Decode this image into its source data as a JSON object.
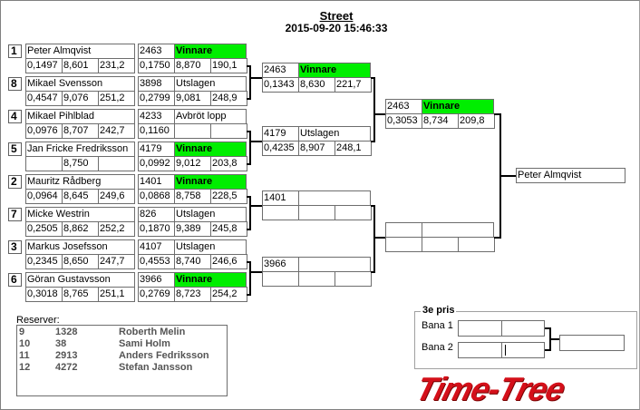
{
  "header": {
    "title": "Street",
    "datetime": "2015-09-20 15:46:33"
  },
  "round1": [
    {
      "seed": "1",
      "name": "Peter Almqvist",
      "times": [
        "0,1497",
        "8,601",
        "231,2"
      ],
      "result_id": "2463",
      "status": "Vinnare",
      "win": true,
      "result_times": [
        "0,1750",
        "8,870",
        "190,1"
      ]
    },
    {
      "seed": "8",
      "name": "Mikael Svensson",
      "times": [
        "0,4547",
        "9,076",
        "251,2"
      ],
      "result_id": "3898",
      "status": "Utslagen",
      "win": false,
      "result_times": [
        "0,2799",
        "9,081",
        "248,9"
      ]
    },
    {
      "seed": "4",
      "name": "Mikael Pihlblad",
      "times": [
        "0,0976",
        "8,707",
        "242,7"
      ],
      "result_id": "4233",
      "status": "Avbröt lopp",
      "win": false,
      "result_times": [
        "0,1160",
        "",
        ""
      ]
    },
    {
      "seed": "5",
      "name": "Jan Fricke  Fredriksson",
      "times": [
        "",
        "8,750",
        ""
      ],
      "result_id": "4179",
      "status": "Vinnare",
      "win": true,
      "result_times": [
        "0,0992",
        "9,012",
        "203,8"
      ]
    },
    {
      "seed": "2",
      "name": "Mauritz Rådberg",
      "times": [
        "0,0964",
        "8,645",
        "249,6"
      ],
      "result_id": "1401",
      "status": "Vinnare",
      "win": true,
      "result_times": [
        "0,0868",
        "8,758",
        "228,5"
      ]
    },
    {
      "seed": "7",
      "name": "Micke Westrin",
      "times": [
        "0,2505",
        "8,862",
        "252,2"
      ],
      "result_id": "826",
      "status": "Utslagen",
      "win": false,
      "result_times": [
        "0,1870",
        "9,389",
        "245,8"
      ]
    },
    {
      "seed": "3",
      "name": "Markus Josefsson",
      "times": [
        "0,2345",
        "8,650",
        "247,7"
      ],
      "result_id": "4107",
      "status": "Utslagen",
      "win": false,
      "result_times": [
        "0,4553",
        "8,740",
        "246,6"
      ]
    },
    {
      "seed": "6",
      "name": "Göran Gustavsson",
      "times": [
        "0,3018",
        "8,765",
        "251,1"
      ],
      "result_id": "3966",
      "status": "Vinnare",
      "win": true,
      "result_times": [
        "0,2769",
        "8,723",
        "254,2"
      ]
    }
  ],
  "round2": [
    {
      "id": "2463",
      "status": "Vinnare",
      "win": true,
      "times": [
        "0,1343",
        "8,630",
        "221,7"
      ]
    },
    {
      "id": "4179",
      "status": "Utslagen",
      "win": false,
      "times": [
        "0,4235",
        "8,907",
        "248,1"
      ]
    },
    {
      "id": "1401",
      "status": "",
      "win": false,
      "times": [
        "",
        "",
        ""
      ]
    },
    {
      "id": "3966",
      "status": "",
      "win": false,
      "times": [
        "",
        "",
        ""
      ]
    }
  ],
  "round3": [
    {
      "id": "2463",
      "status": "Vinnare",
      "win": true,
      "times": [
        "0,3053",
        "8,734",
        "209,8"
      ]
    },
    {
      "id": "",
      "status": "",
      "win": false,
      "times": [
        "",
        "",
        ""
      ]
    }
  ],
  "final": {
    "winner": "Peter Almqvist"
  },
  "reserves": {
    "label": "Reserver:",
    "rows": [
      [
        "9",
        "1328",
        "Roberth Melin"
      ],
      [
        "10",
        "38",
        "Sami  Holm"
      ],
      [
        "11",
        "2913",
        "Anders Fedriksson"
      ],
      [
        "12",
        "4272",
        "Stefan Jansson"
      ]
    ]
  },
  "third_place": {
    "title": "3e pris",
    "lanes": [
      "Bana 1",
      "Bana 2"
    ]
  },
  "logo": "Time-Tree",
  "colors": {
    "winner": "#00ee00",
    "logo": "#d4101a"
  }
}
